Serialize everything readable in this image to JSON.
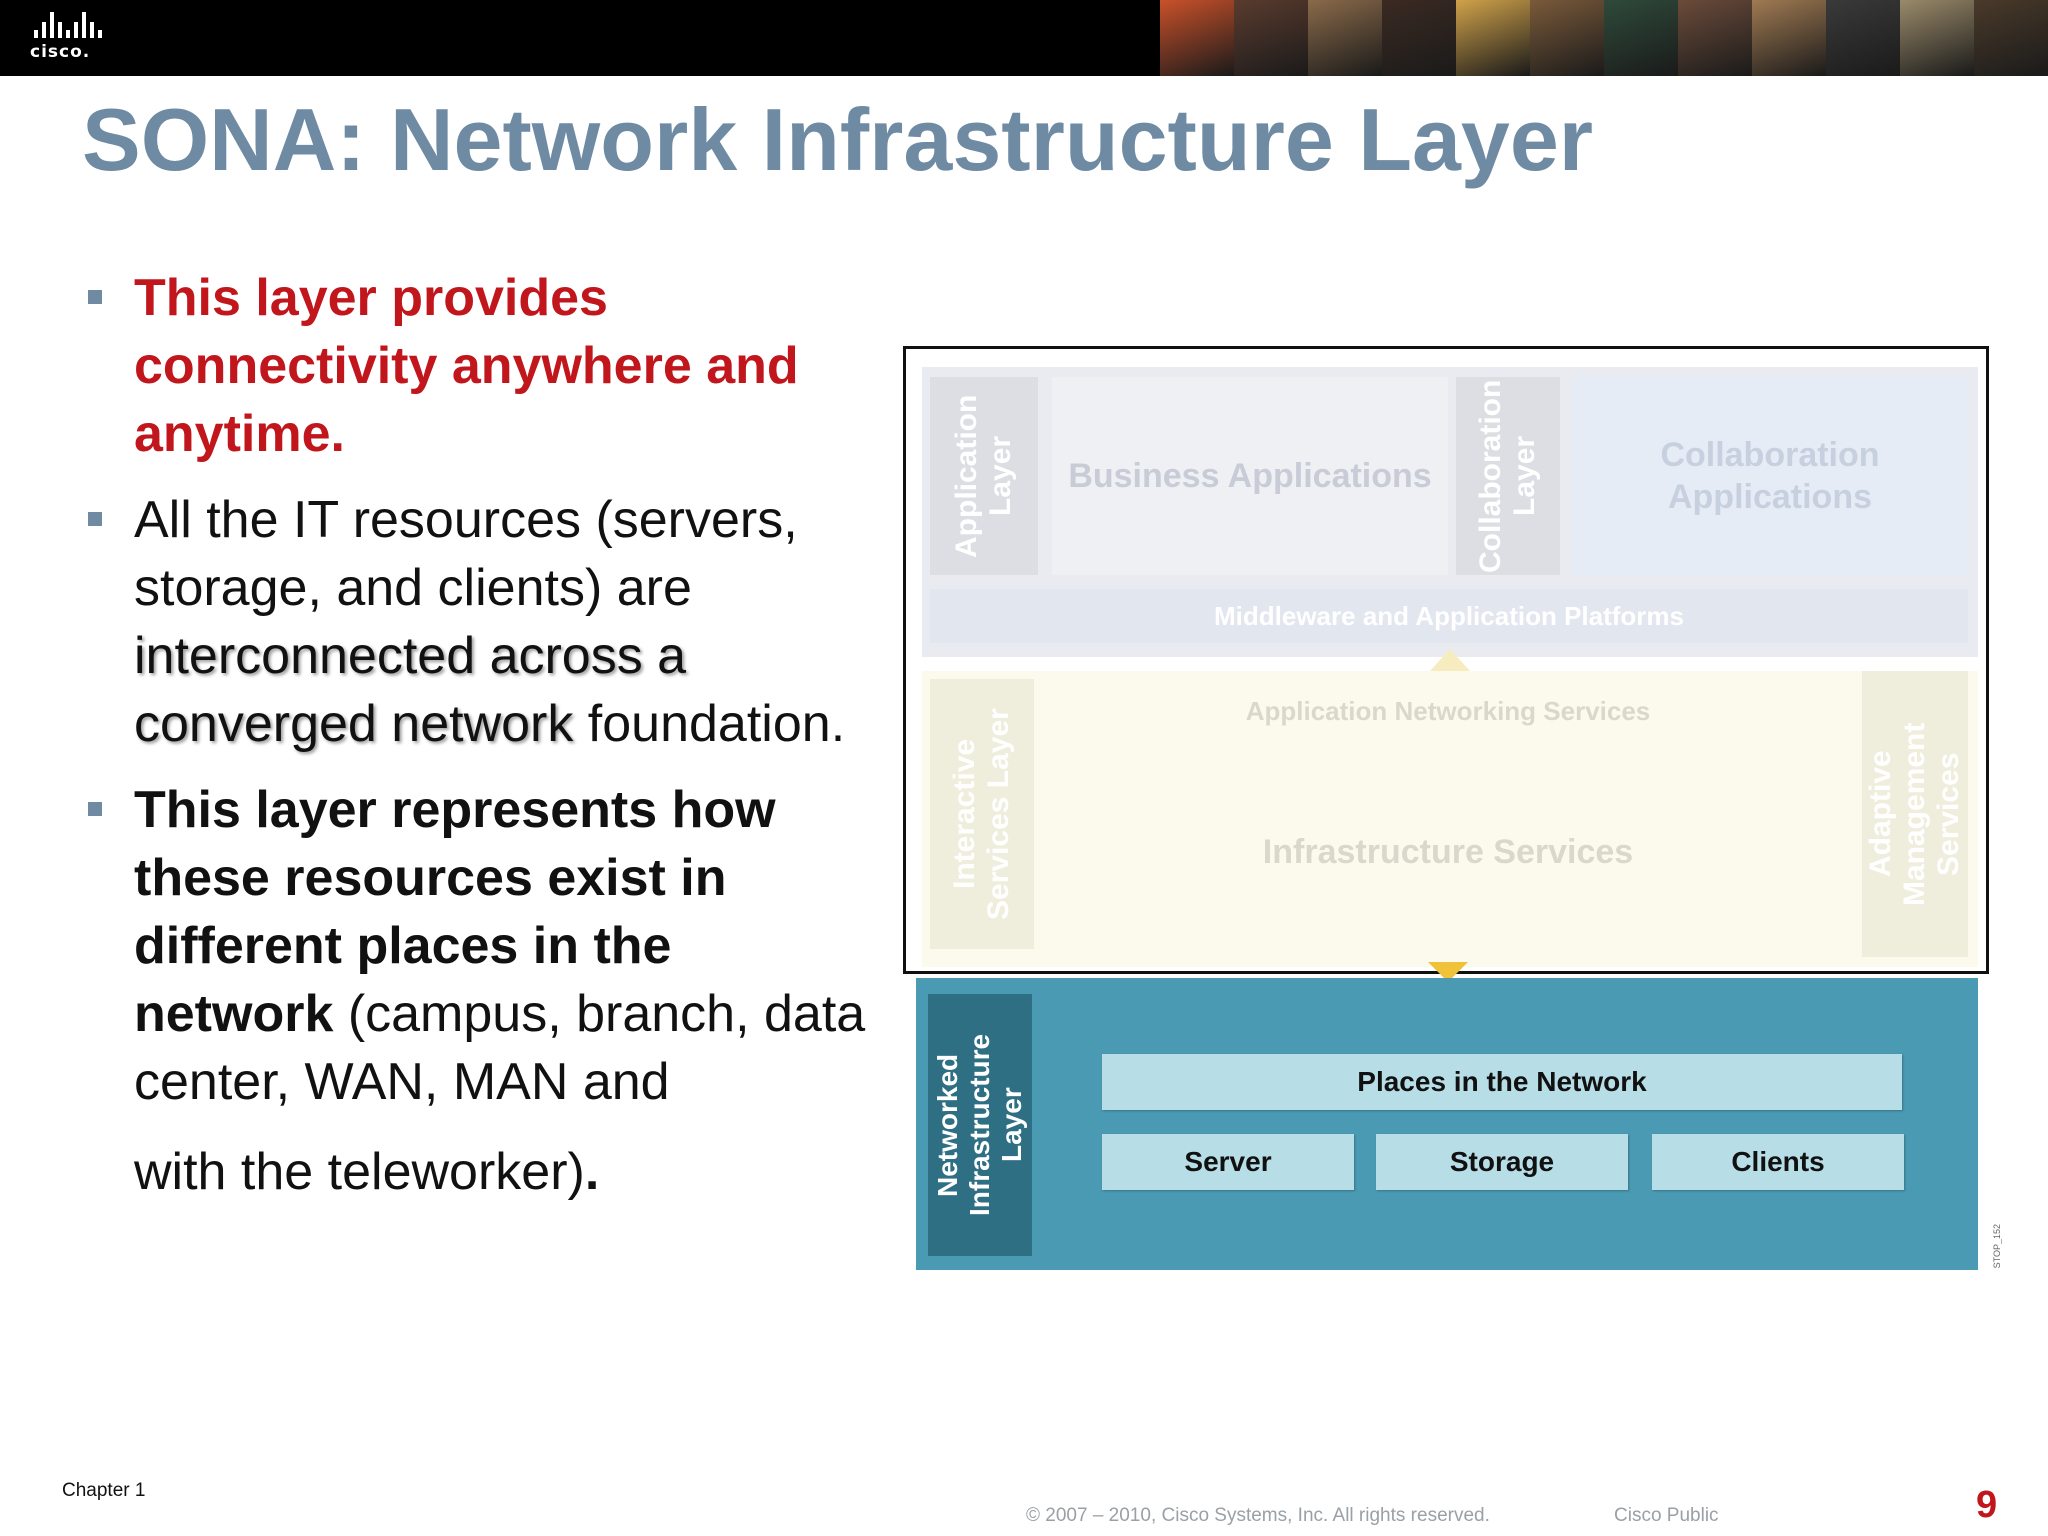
{
  "header": {
    "logo_text": "cisco.",
    "photo_colors": [
      "#c9512a",
      "#5a3b2e",
      "#8a6a4a",
      "#3b2a22",
      "#d0a24a",
      "#7a5a3a",
      "#2f4a3a",
      "#6b4b3a",
      "#a07a52",
      "#3a3a3a",
      "#9a8a6a",
      "#4a3a2a"
    ]
  },
  "slide": {
    "title": "SONA: Network Infrastructure Layer",
    "bullets": {
      "b1": "This layer provides connectivity anywhere and anytime.",
      "b2_pre": "All the IT resources (servers, storage, and clients) are ",
      "b2_shadow": "interconnected across a converged network",
      "b2_post": " foundation.",
      "b3_bold": "This layer represents how these resources exist in different places in the network",
      "b3_rest": " (campus, branch, data center, WAN, MAN and",
      "b3_last": "with the teleworker)",
      "b3_end": "."
    }
  },
  "diagram": {
    "application_layer": "Application Layer",
    "business_applications": "Business Applications",
    "collaboration_layer": "Collaboration Layer",
    "collaboration_applications": "Collaboration Applications",
    "middleware": "Middleware and Application Platforms",
    "interactive_services_layer": "Interactive Services Layer",
    "application_networking_services": "Application Networking Services",
    "infrastructure_services": "Infrastructure Services",
    "adaptive_management_services": "Adaptive Management Services",
    "networked_infrastructure_layer": "Networked Infrastructure Layer",
    "places_in_the_network": "Places in the Network",
    "server": "Server",
    "storage": "Storage",
    "clients": "Clients",
    "figure_code": "STOP_152"
  },
  "footer": {
    "chapter": "Chapter 1",
    "copyright": "© 2007 – 2010, Cisco Systems, Inc. All rights reserved.",
    "classification": "Cisco Public",
    "page_number": "9"
  }
}
